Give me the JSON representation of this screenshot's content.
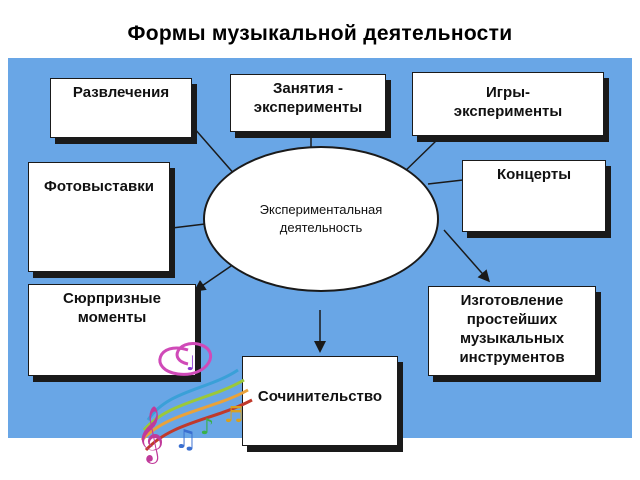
{
  "title": "Формы музыкальной деятельности",
  "center": "Экспериментальная деятельность",
  "nodes": {
    "razvlecheniya": "Развлечения",
    "zanyatiya": "Занятия - эксперименты",
    "igry": "Игры- эксперименты",
    "fotovystavki": "Фотовыставки",
    "koncerty": "Концерты",
    "syurprizy": "Сюрпризные моменты",
    "izgotovlenie": "Изготовление простейших музыкальных инструментов",
    "sochinitelstvo": "Сочинительство"
  },
  "colors": {
    "panel": "#69a6e6",
    "box": "#ffffff",
    "border": "#1a1a1a"
  },
  "decoration": "music-notes-icon"
}
